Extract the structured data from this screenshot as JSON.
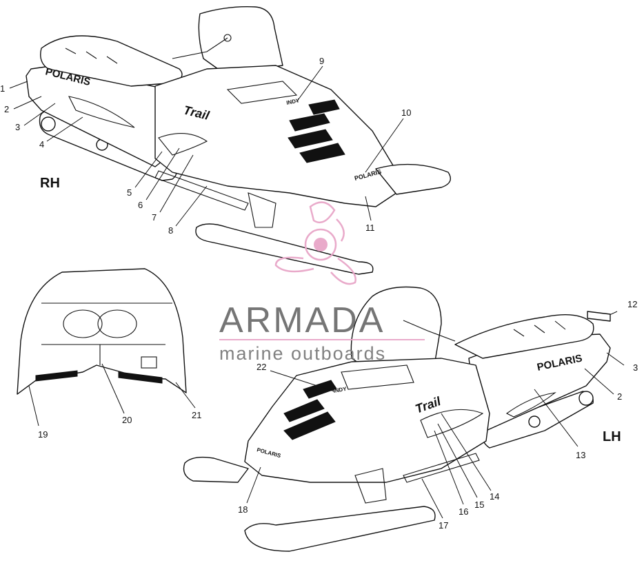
{
  "labels": {
    "rh": "RH",
    "lh": "LH"
  },
  "callouts": [
    {
      "id": "1",
      "text": "1"
    },
    {
      "id": "2",
      "text": "2"
    },
    {
      "id": "3",
      "text": "3"
    },
    {
      "id": "4",
      "text": "4"
    },
    {
      "id": "5",
      "text": "5"
    },
    {
      "id": "6",
      "text": "6"
    },
    {
      "id": "7",
      "text": "7"
    },
    {
      "id": "8",
      "text": "8"
    },
    {
      "id": "9",
      "text": "9"
    },
    {
      "id": "10",
      "text": "10"
    },
    {
      "id": "11",
      "text": "11"
    },
    {
      "id": "12",
      "text": "12"
    },
    {
      "id": "3b",
      "text": "3"
    },
    {
      "id": "2b",
      "text": "2"
    },
    {
      "id": "13",
      "text": "13"
    },
    {
      "id": "14",
      "text": "14"
    },
    {
      "id": "15",
      "text": "15"
    },
    {
      "id": "16",
      "text": "16"
    },
    {
      "id": "17",
      "text": "17"
    },
    {
      "id": "18",
      "text": "18"
    },
    {
      "id": "19",
      "text": "19"
    },
    {
      "id": "20",
      "text": "20"
    },
    {
      "id": "21",
      "text": "21"
    },
    {
      "id": "22",
      "text": "22"
    }
  ],
  "decals": {
    "brand": "POLARIS",
    "model": "Trail",
    "indy": "INDY"
  },
  "watermark": {
    "title": "ARMADA",
    "subtitle": "marine outboards",
    "accent_color": "#e8a6c8"
  }
}
